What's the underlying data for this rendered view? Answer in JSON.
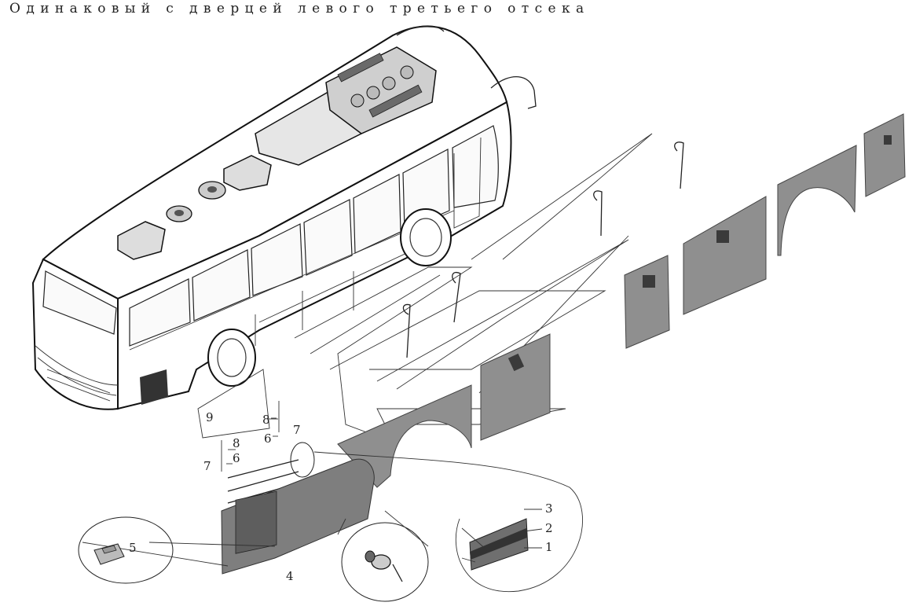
{
  "title": "Одинаковый с дверцей левого третьего отсека",
  "callouts": {
    "c1": "1",
    "c2": "2",
    "c3": "3",
    "c4": "4",
    "c5": "5",
    "c6a": "6",
    "c6b": "6",
    "c7a": "7",
    "c7b": "7",
    "c8a": "8",
    "c8b": "8",
    "c9": "9"
  }
}
